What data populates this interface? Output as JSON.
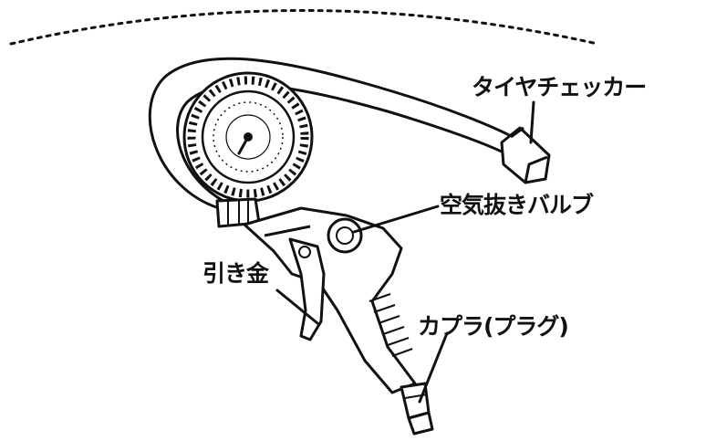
{
  "labels": {
    "tire_checker": "タイヤチェッカー",
    "air_release_valve": "空気抜きバルブ",
    "trigger": "引き金",
    "coupler": "カプラ(プラグ)"
  },
  "colors": {
    "ink": "#111111",
    "background": "#ffffff"
  }
}
